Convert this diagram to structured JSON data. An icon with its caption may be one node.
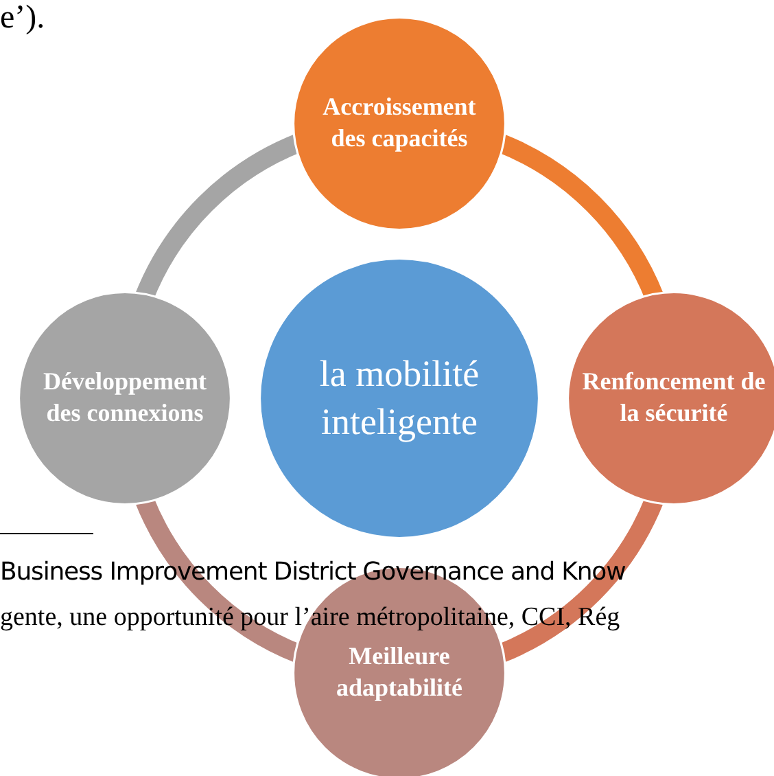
{
  "diagram": {
    "nodes": [
      {
        "text": [
          "Accroissement des capacités"
        ]
      },
      {
        "text": [
          "Développement des connexions"
        ]
      },
      {
        "text": [
          "la mobilité inteligente"
        ]
      },
      {
        "text": [
          "Renfoncement de la sécurité"
        ]
      },
      {
        "text": [
          "Meilleure adaptabilité"
        ]
      }
    ],
    "edges": [
      {
        "from": 0,
        "to": 3,
        "arrow": "none",
        "color": "#ed7d31"
      },
      {
        "from": 3,
        "to": 4,
        "arrow": "none",
        "color": "#d4775a"
      },
      {
        "from": 4,
        "to": 1,
        "arrow": "none",
        "color": "#b9877f"
      },
      {
        "from": 1,
        "to": 0,
        "arrow": "none",
        "color": "#a5a5a5"
      }
    ],
    "labels": [
      "e’).",
      "Business Improvement District Governance and Know",
      "gente, une opportunité pour l’aire métropolitaine, CCI, Rég"
    ]
  }
}
